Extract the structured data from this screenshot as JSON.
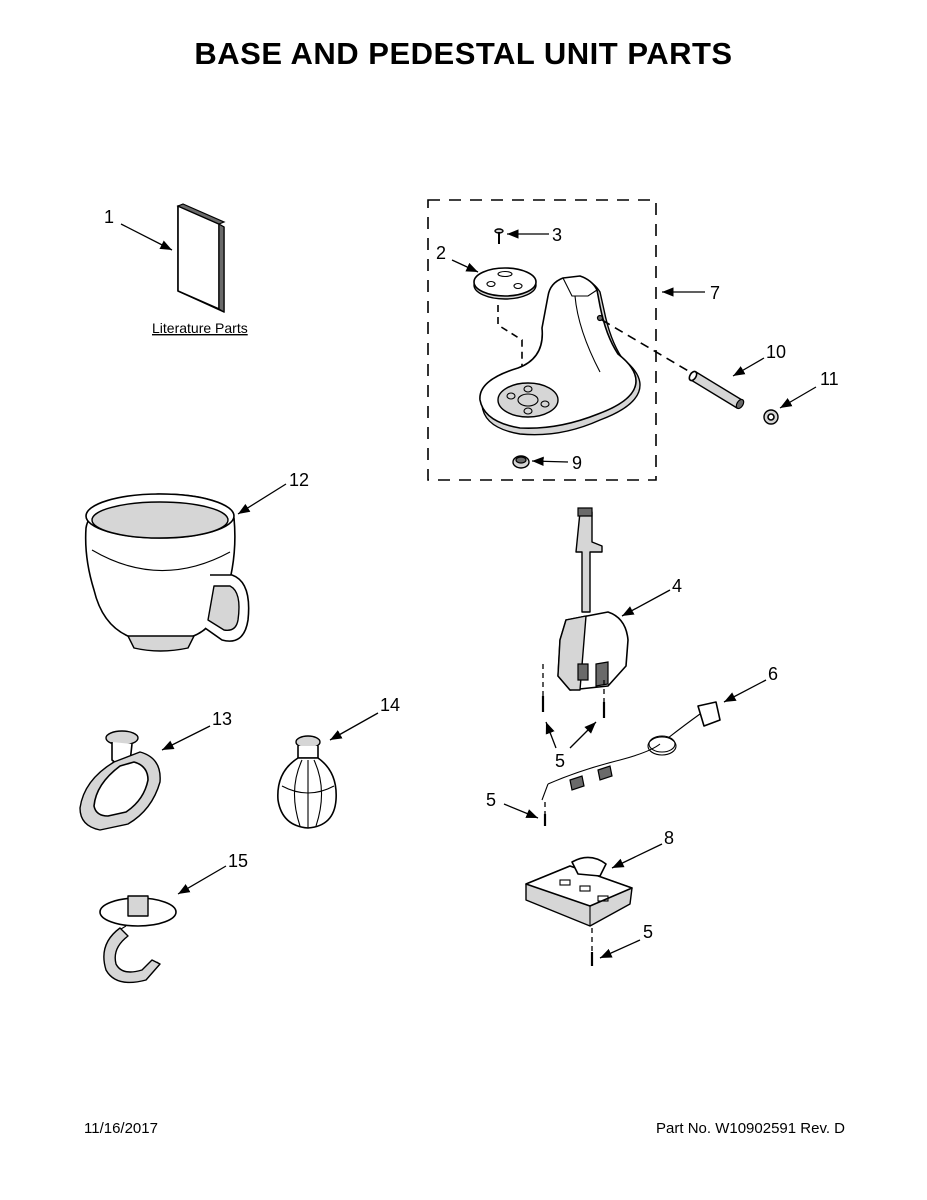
{
  "title": "BASE AND PEDESTAL UNIT PARTS",
  "literature_label": "Literature Parts",
  "callouts": {
    "c1": "1",
    "c2": "2",
    "c3": "3",
    "c4": "4",
    "c5a": "5",
    "c5b": "5",
    "c5c": "5",
    "c6": "6",
    "c7": "7",
    "c8": "8",
    "c9": "9",
    "c10": "10",
    "c11": "11",
    "c12": "12",
    "c13": "13",
    "c14": "14",
    "c15": "15"
  },
  "footer": {
    "date": "11/16/2017",
    "part_number": "Part No.  W10902591  Rev. D"
  }
}
